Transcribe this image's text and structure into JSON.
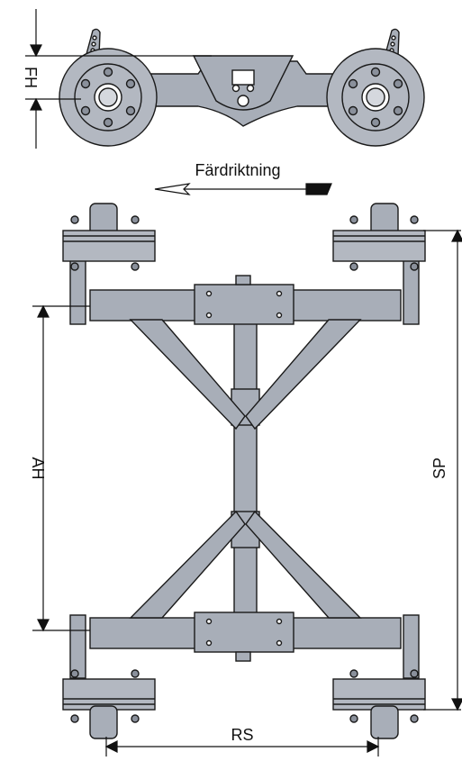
{
  "labels": {
    "travel_direction": "Färdriktning",
    "side_height": "FH",
    "axle_base": "AH",
    "track_width": "SP",
    "rear_spacing": "RS"
  },
  "colors": {
    "steel": "#a8aeb8",
    "steel_dark": "#8a909b",
    "outline": "#1a1a1a",
    "tyre": "#b3b8c1",
    "background": "#ffffff"
  }
}
